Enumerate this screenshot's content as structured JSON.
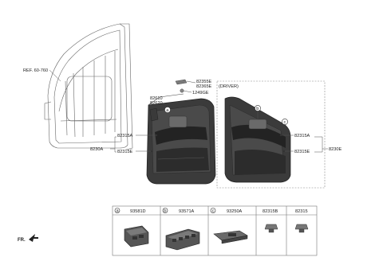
{
  "reference": {
    "label": "REF. 60-760"
  },
  "direction": {
    "label": "FR."
  },
  "left_assembly": {
    "trim_label": "8230A",
    "labels": {
      "p82355E": "82355E",
      "p82365E": "82365E",
      "p1249GE": "1249GE",
      "p82610": "82610",
      "p82620": "82620",
      "p82315A": "82315A",
      "p82315E": "82315E"
    },
    "callout": "a"
  },
  "driver_box": {
    "title": "(DRIVER)",
    "trim_label": "8230E",
    "labels": {
      "p82315A": "82315A",
      "p82315E": "82315E"
    },
    "callouts": [
      "b",
      "c"
    ]
  },
  "parts_table": {
    "columns": [
      {
        "letter": "a",
        "part": "93581D"
      },
      {
        "letter": "b",
        "part": "93571A"
      },
      {
        "letter": "c",
        "part": "93250A"
      },
      {
        "letter": "",
        "part": "82315B"
      },
      {
        "letter": "",
        "part": "82315"
      }
    ]
  },
  "colors": {
    "panel": "#3b3b3b",
    "panel_dark": "#232323",
    "panel_mid": "#5a5a5a",
    "frame": "#555555"
  }
}
